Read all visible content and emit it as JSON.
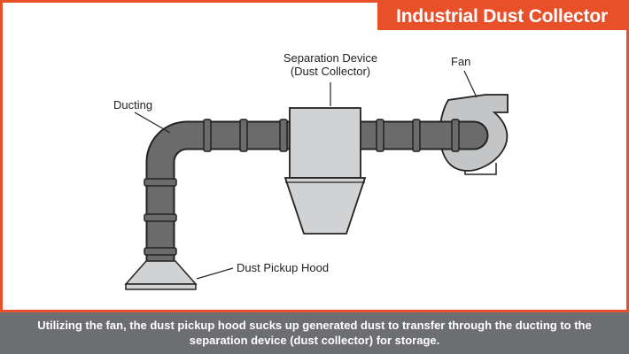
{
  "title": "Industrial Dust Collector",
  "labels": {
    "separation_line1": "Separation Device",
    "separation_line2": "(Dust Collector)",
    "fan": "Fan",
    "ducting": "Ducting",
    "hood": "Dust Pickup Hood"
  },
  "caption": "Utilizing the fan, the dust pickup hood sucks up generated dust to transfer through the ducting to the separation device (dust collector) for storage.",
  "colors": {
    "accent": "#e8502a",
    "caption_bg": "#6d6e71",
    "duct": "#6b6b6b",
    "collector": "#d1d2d4",
    "fan": "#c4c5c7"
  }
}
